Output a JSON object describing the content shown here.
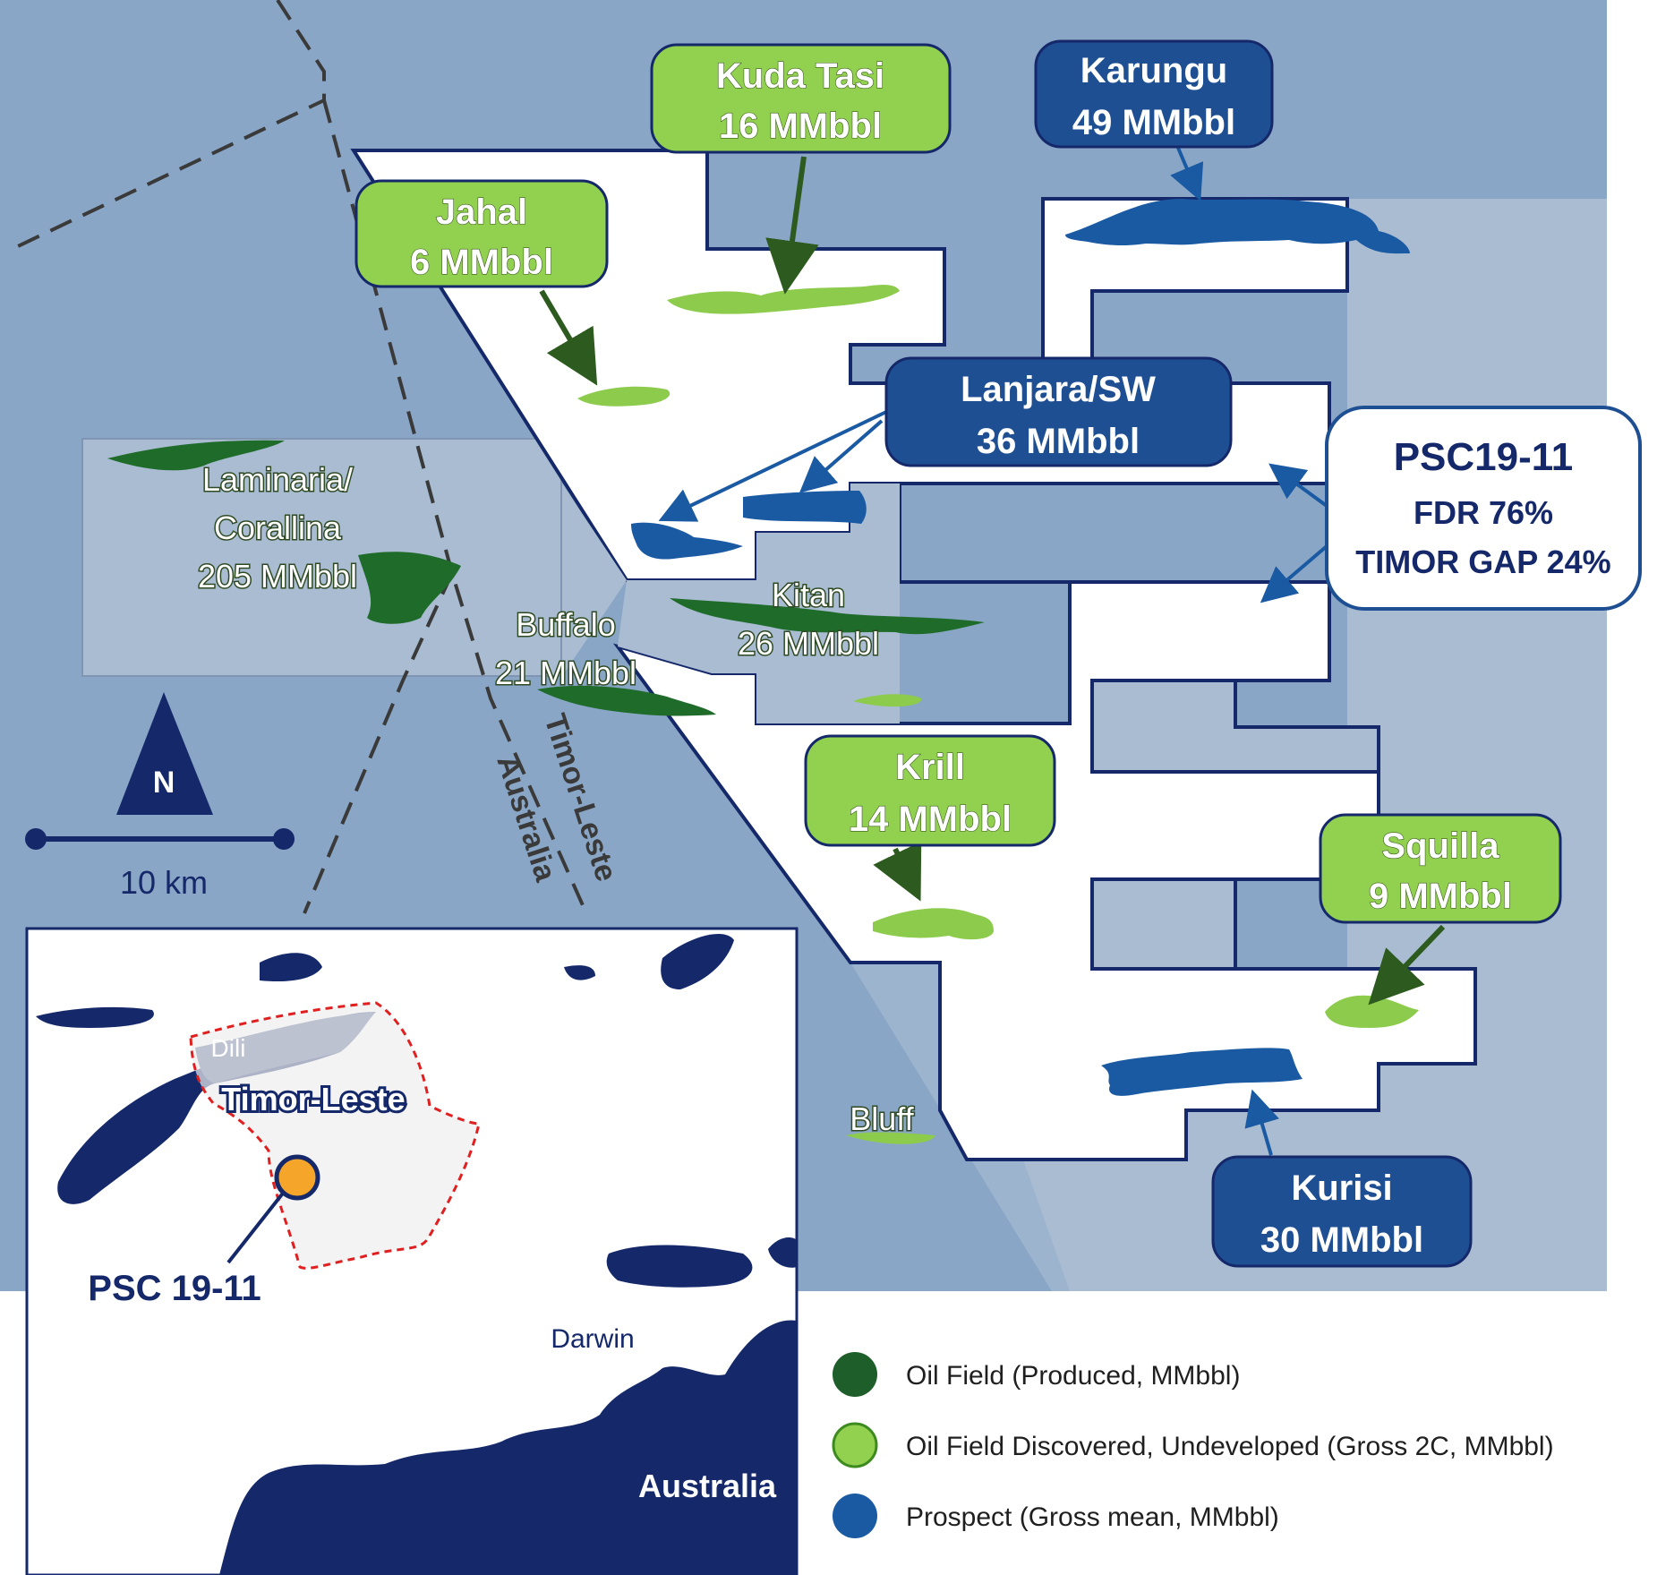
{
  "colors": {
    "sea_deep": "#8aa6c6",
    "sea_light": "#a9bcd2",
    "produced_field": "#1e6b2a",
    "undeveloped_field": "#8dcb4d",
    "prospect": "#1a5aa3",
    "label_blue_box": "#1f4f93",
    "label_green_box": "#92d050",
    "navy": "#14286a",
    "boundary_red": "#e02020",
    "psc_marker": "#f5a52a"
  },
  "labels": {
    "kuda_tasi": {
      "name": "Kuda Tasi",
      "volume": "16 MMbbl"
    },
    "jahal": {
      "name": "Jahal",
      "volume": "6 MMbbl"
    },
    "karungu": {
      "name": "Karungu",
      "volume": "49 MMbbl"
    },
    "lanjara": {
      "name": "Lanjara/SW",
      "volume": "36 MMbbl"
    },
    "krill": {
      "name": "Krill",
      "volume": "14 MMbbl"
    },
    "squilla": {
      "name": "Squilla",
      "volume": "9 MMbbl"
    },
    "kurisi": {
      "name": "Kurisi",
      "volume": "30 MMbbl"
    }
  },
  "psc_box": {
    "title": "PSC19-11",
    "line1": "FDR 76%",
    "line2": "TIMOR GAP 24%"
  },
  "fields": {
    "laminaria_1": "Laminaria/",
    "laminaria_2": "Corallina",
    "laminaria_3": "205 MMbbl",
    "buffalo_1": "Buffalo",
    "buffalo_2": "21 MMbbl",
    "kitan_1": "Kitan",
    "kitan_2": "26 MMbbl",
    "bluff": "Bluff"
  },
  "borders": {
    "timor_leste": "Timor-Leste",
    "australia": "Australia"
  },
  "north": "N",
  "scale": "10 km",
  "inset": {
    "dili": "Dili",
    "timor_leste": "Timor-Leste",
    "psc": "PSC 19-11",
    "darwin": "Darwin",
    "australia": "Australia"
  },
  "legend": [
    {
      "icon": "dark-green-circle",
      "color": "#1e5e2a",
      "label": "Oil Field (Produced, MMbbl)"
    },
    {
      "icon": "light-green-circle",
      "color": "#92d050",
      "label": "Oil Field Discovered, Undeveloped (Gross 2C, MMbbl)"
    },
    {
      "icon": "blue-circle",
      "color": "#1a5aa3",
      "label": "Prospect (Gross mean, MMbbl)"
    }
  ]
}
